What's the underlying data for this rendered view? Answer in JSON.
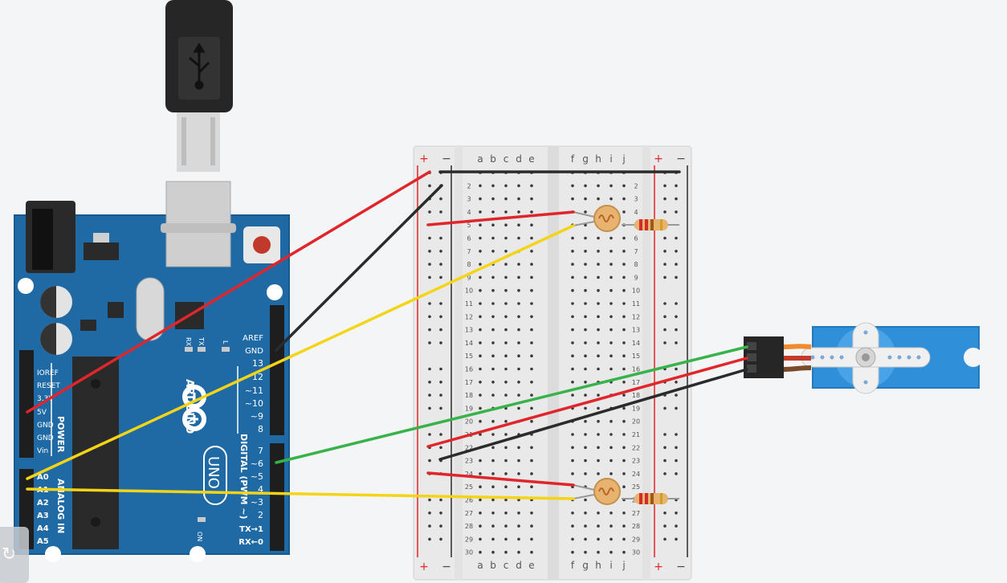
{
  "arduino": {
    "labels": {
      "ioref": "IOREF",
      "reset": "RESET",
      "v33": "3.3V",
      "v5": "5V",
      "gnd1": "GND",
      "gnd2": "GND",
      "vin": "Vin",
      "a0": "A0",
      "a1": "A1",
      "a2": "A2",
      "a3": "A3",
      "a4": "A4",
      "a5": "A5",
      "power": "POWER",
      "analog_in": "ANALOG IN",
      "aref": "AREF",
      "gnd": "GND",
      "d13": "13",
      "d12": "12",
      "d11": "~11",
      "d10": "~10",
      "d9": "~9",
      "d8": "8",
      "d7": "7",
      "d6": "~6",
      "d5": "~5",
      "d4": "4",
      "d3": "~3",
      "d2": "2",
      "d1": "TX→1",
      "d0": "RX←0",
      "digital": "DIGITAL (PWM ~)",
      "brand": "ARDUINO",
      "model": "UNO",
      "led_rx": "RX",
      "led_tx": "TX",
      "led_l": "L",
      "on": "ON"
    }
  },
  "breadboard": {
    "top_cols_left": [
      "a",
      "b",
      "c",
      "d",
      "e"
    ],
    "top_cols_right": [
      "f",
      "g",
      "h",
      "i",
      "j"
    ],
    "plus": "+",
    "minus": "−",
    "row_numbers": [
      "2",
      "3",
      "4",
      "5",
      "6",
      "7",
      "8",
      "9",
      "10",
      "11",
      "12",
      "13",
      "14",
      "15",
      "16",
      "17",
      "18",
      "19",
      "20",
      "21",
      "22",
      "23",
      "24",
      "25",
      "26",
      "27",
      "28",
      "29",
      "30"
    ]
  },
  "colors": {
    "board": "#1f6aa5",
    "board_dark": "#154e7d",
    "wire_red": "#e0262b",
    "wire_black": "#2b2b2b",
    "wire_yellow": "#f3d417",
    "wire_green": "#38b24a",
    "servo": "#2f8fd8"
  },
  "icons": {
    "usb": "usb-icon",
    "refresh": "refresh-icon"
  }
}
